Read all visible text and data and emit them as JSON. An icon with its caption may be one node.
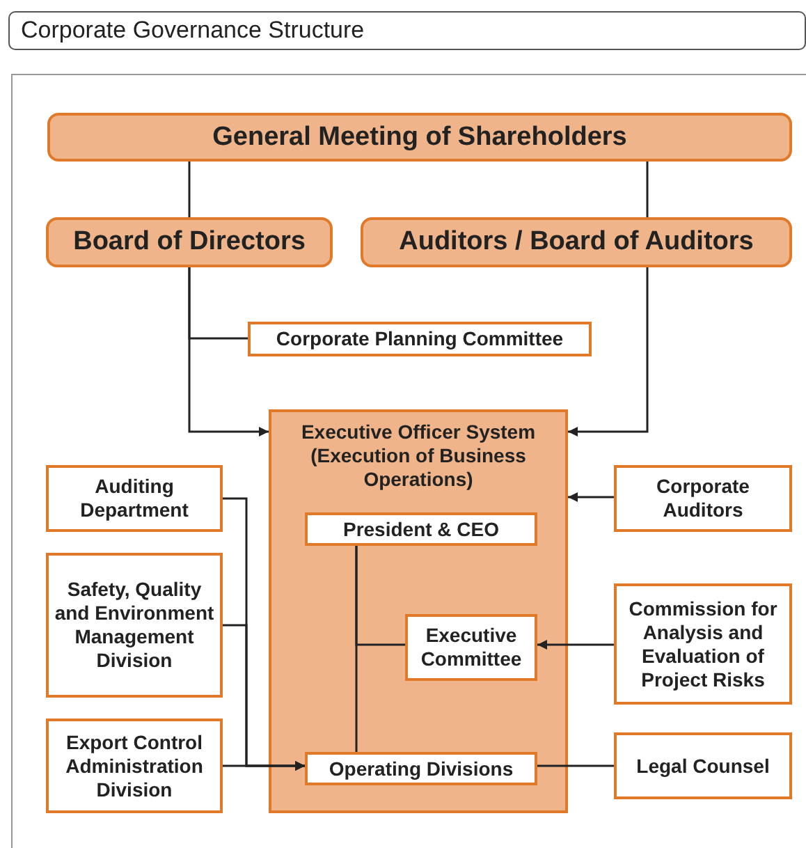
{
  "diagram": {
    "title": "Corporate Governance Structure",
    "nodes": [
      {
        "text": [
          "General Meeting of Shareholders"
        ]
      },
      {
        "text": [
          "Board of Directors"
        ]
      },
      {
        "text": [
          "Auditors / Board of Auditors"
        ]
      },
      {
        "text": [
          "Corporate Planning Committee"
        ]
      },
      {
        "text": [
          "Executive Officer System (Execution of Business Operations)"
        ]
      },
      {
        "text": [
          "President & CEO"
        ],
        "in": 4
      },
      {
        "text": [
          "Executive Committee"
        ],
        "in": 4
      },
      {
        "text": [
          "Operating Divisions"
        ],
        "in": 4
      },
      {
        "text": [
          "Auditing Department"
        ]
      },
      {
        "text": [
          "Safety, Quality and Environment Management Division"
        ]
      },
      {
        "text": [
          "Export Control Administration Division"
        ]
      },
      {
        "text": [
          "Corporate Auditors"
        ]
      },
      {
        "text": [
          "Commission for Analysis and Evaluation of Project Risks"
        ]
      },
      {
        "text": [
          "Legal Counsel"
        ]
      }
    ],
    "edges": [
      {
        "from": 0,
        "to": 1,
        "arrow": "none"
      },
      {
        "from": 0,
        "to": 2,
        "arrow": "none"
      },
      {
        "from": 1,
        "to": 3,
        "arrow": "none"
      },
      {
        "from": 1,
        "to": 4,
        "arrow": "to"
      },
      {
        "from": 2,
        "to": 4,
        "arrow": "to"
      },
      {
        "from": 11,
        "to": 4,
        "arrow": "to"
      },
      {
        "from": 5,
        "to": 6,
        "arrow": "none"
      },
      {
        "from": 5,
        "to": 7,
        "arrow": "none"
      },
      {
        "from": 12,
        "to": 6,
        "arrow": "to"
      },
      {
        "from": 7,
        "to": 13,
        "arrow": "none"
      },
      {
        "from": 8,
        "to": 7,
        "arrow": "to"
      },
      {
        "from": 9,
        "to": 7,
        "arrow": "to"
      },
      {
        "from": 10,
        "to": 7,
        "arrow": "to"
      }
    ]
  }
}
